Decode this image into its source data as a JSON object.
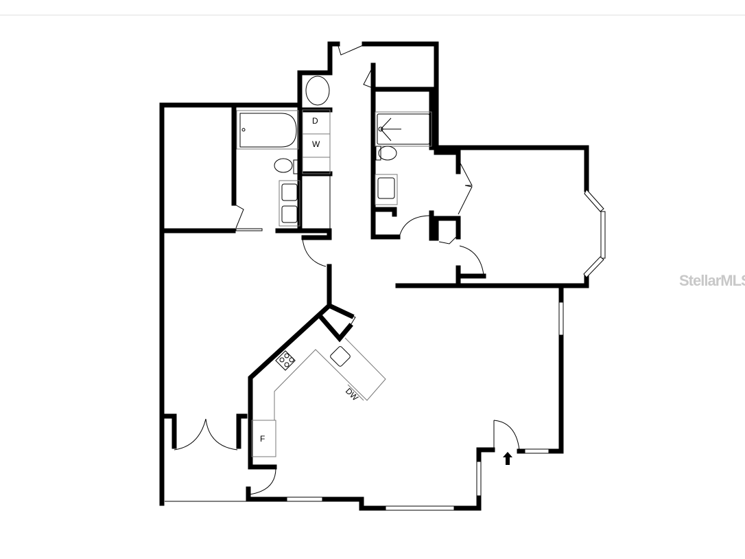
{
  "floorplan": {
    "labels": {
      "dryer": "D",
      "washer": "W",
      "fridge": "F",
      "dishwasher": "DW"
    },
    "watermark": "StellarMLS",
    "colors": {
      "walls": "#000000",
      "background": "#ffffff",
      "watermark": "#c8c8c8"
    }
  }
}
